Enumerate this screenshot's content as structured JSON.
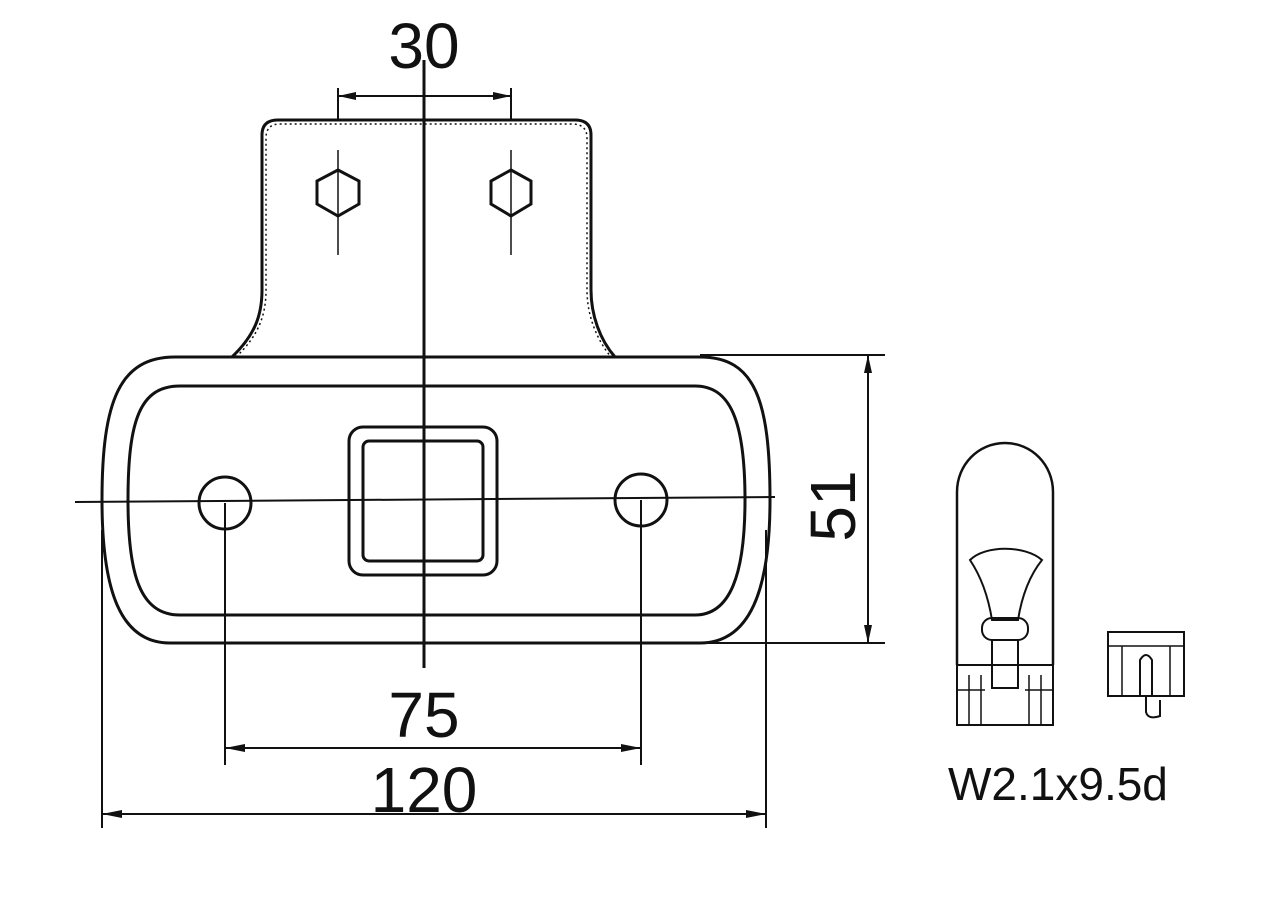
{
  "dimensions": {
    "bolt_spacing": "30",
    "height": "51",
    "hole_spacing": "75",
    "overall_width": "120"
  },
  "bulb": {
    "base_label": "W2.1x9.5d"
  },
  "colors": {
    "ink": "#111111",
    "background": "#ffffff"
  }
}
